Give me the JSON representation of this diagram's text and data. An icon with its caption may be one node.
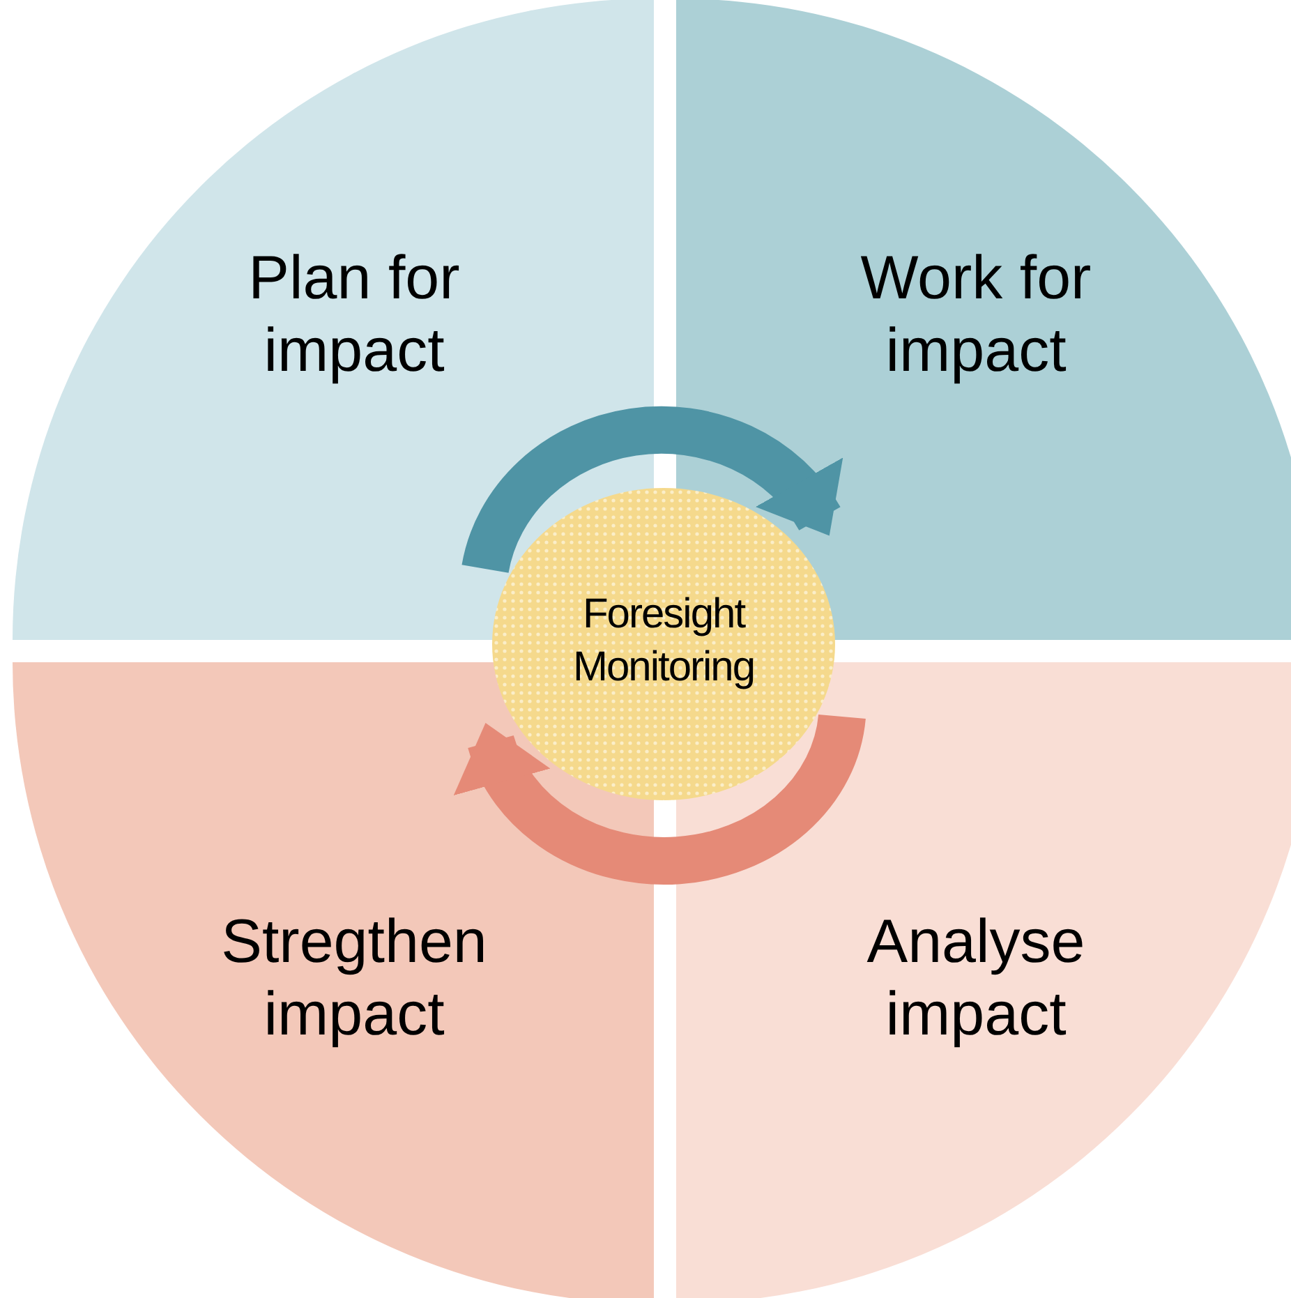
{
  "diagram": {
    "nodes": [
      {
        "text": [
          "Plan for impact"
        ]
      },
      {
        "text": [
          "Work for impact"
        ]
      },
      {
        "text": [
          "Foresight Monitoring"
        ]
      },
      {
        "text": [
          "Stregthen impact"
        ]
      },
      {
        "text": [
          "Analyse impact"
        ]
      }
    ],
    "edges": [
      {
        "from": 0,
        "to": 1,
        "arrow": "to",
        "color": "#4f94a5"
      },
      {
        "from": 4,
        "to": 3,
        "arrow": "to",
        "color": "#e58a77"
      }
    ]
  }
}
